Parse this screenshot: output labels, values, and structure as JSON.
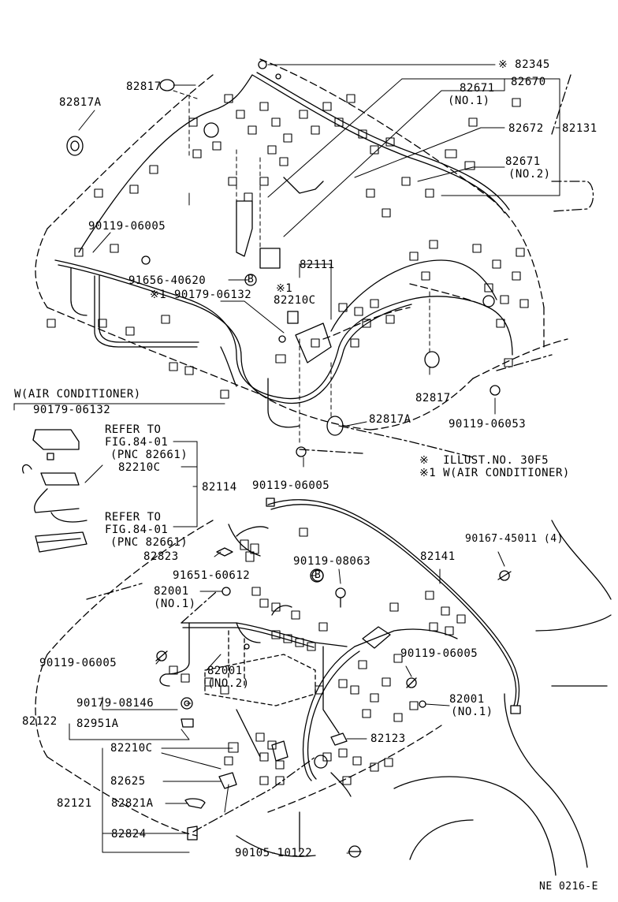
{
  "labels": {
    "p82345": "※ 82345",
    "p82817_top": "82817",
    "p82670": "82670",
    "p82671_no1": "82671",
    "no1_top": "(NO.1)",
    "p82817A_top": "82817A",
    "p82672": "82672",
    "p82131": "82131",
    "p82671_no2": "82671",
    "no2_top": "(NO.2)",
    "p90119_06005_a": "90119-06005",
    "p82111": "82111",
    "star1_a": "※1",
    "p82210C_a": "82210C",
    "p91656_40620": "91656-40620",
    "star1_b": "※1",
    "p90179_06132_a": "90179-06132",
    "w_ac": "W(AIR CONDITIONER)",
    "p90179_06132_b": "90179-06132",
    "refer1_a": "REFER TO",
    "refer1_b": "FIG.84-01",
    "refer1_c": "(PNC 82661)",
    "p82210C_b": "82210C",
    "p82114": "82114",
    "refer2_a": "REFER TO",
    "refer2_b": "FIG.84-01",
    "refer2_c": "(PNC 82661)",
    "p82817_mid": "82817",
    "p82817A_mid": "82817A",
    "p90119_06053": "90119-06053",
    "p90119_06005_b": "90119-06005",
    "note1": "※  ILLUST.NO. 30F5",
    "note2": "※1 W(AIR CONDITIONER)",
    "p90167_45011": "90167-45011 (4)",
    "p82823": "82823",
    "p91651_60612": "91651-60612",
    "p90119_08063": "90119-08063",
    "p82141": "82141",
    "p82001_a": "82001",
    "no1_b": "(NO.1)",
    "p90119_06005_c": "90119-06005",
    "p90119_06005_d": "90119-06005",
    "p82001_b": "82001",
    "no2_b": "(NO.2)",
    "p82001_c": "82001",
    "no1_c": "(NO.1)",
    "p90179_08146": "90179-08146",
    "p82122": "82122",
    "p82951A": "82951A",
    "p82123": "82123",
    "p82210C_c": "82210C",
    "p82625": "82625",
    "p82121": "82121",
    "p82821A": "82821A",
    "p82824": "82824",
    "p90105_10122": "90105-10122",
    "doc_code": "NE 0216-E",
    "b_mark_1": "B",
    "b_mark_2": "B"
  }
}
